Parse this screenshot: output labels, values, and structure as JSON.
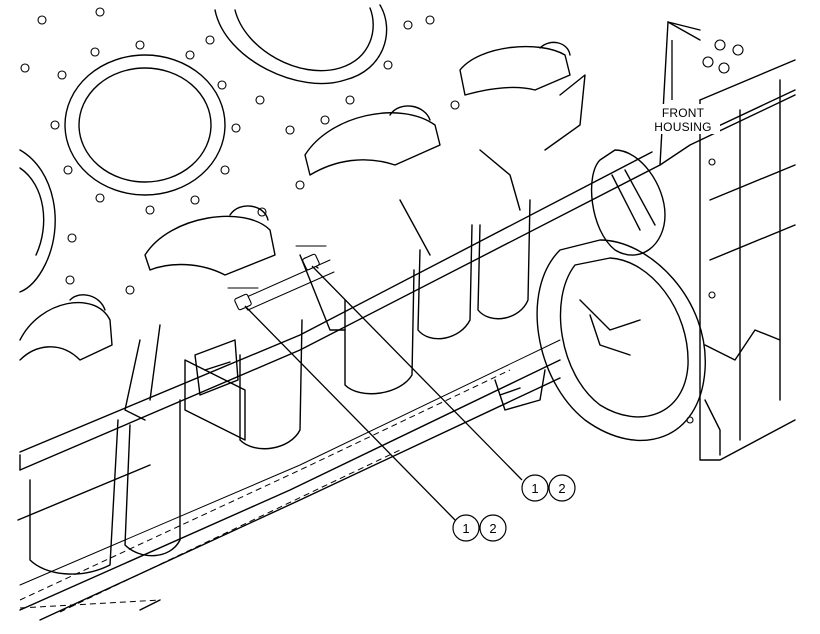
{
  "labels": {
    "front_housing_line1": "FRONT",
    "front_housing_line2": "HOUSING"
  },
  "callouts": {
    "upper_a": "1",
    "upper_b": "2",
    "lower_a": "1",
    "lower_b": "2"
  }
}
